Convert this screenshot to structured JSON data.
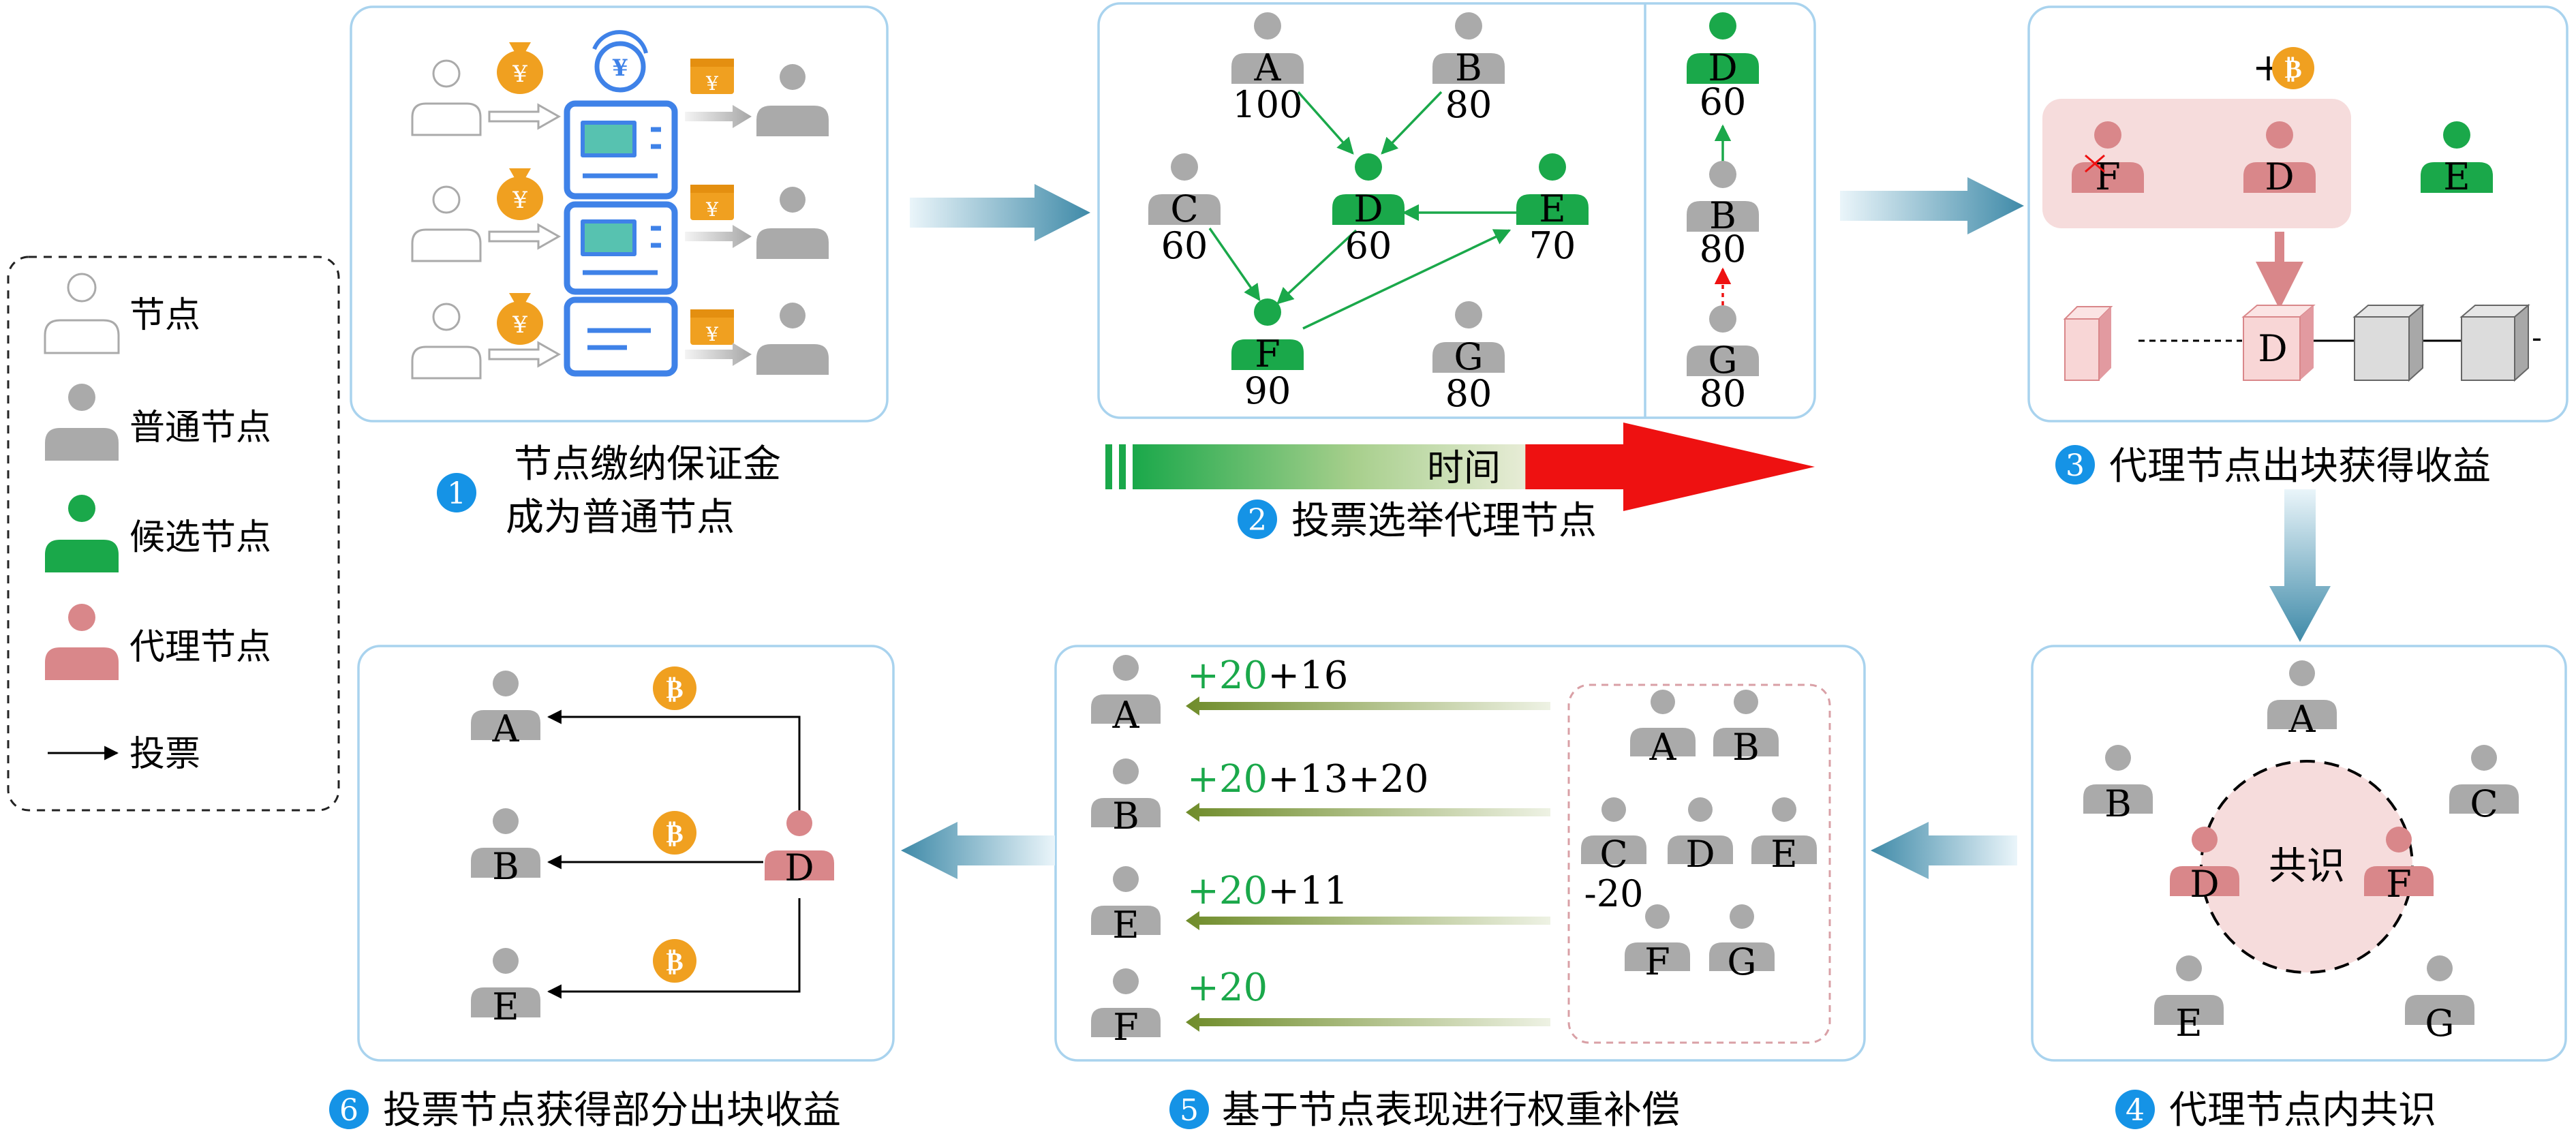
{
  "legend": {
    "items": [
      {
        "label": "节点"
      },
      {
        "label": "普通节点"
      },
      {
        "label": "候选节点"
      },
      {
        "label": "代理节点"
      },
      {
        "label": "投票"
      }
    ]
  },
  "colors": {
    "box_border": "#a9d3ee",
    "common": "#aaaaaa",
    "candidate": "#1aa84a",
    "delegate": "#d9878a",
    "delegate_bg": "#f6dcdc",
    "coin": "#f0a020",
    "step_circle": "#1593e6",
    "arrow_gradient_end": "#3f8aa8",
    "comp_green": "#1aa84a",
    "vote_red": "#ee1111"
  },
  "steps": [
    {
      "num": "1",
      "line1": "节点缴纳保证金",
      "line2": "成为普通节点"
    },
    {
      "num": "2",
      "line1": "投票选举代理节点"
    },
    {
      "num": "3",
      "line1": "代理节点出块获得收益"
    },
    {
      "num": "4",
      "line1": "代理节点内共识"
    },
    {
      "num": "5",
      "line1": "基于节点表现进行权重补偿"
    },
    {
      "num": "6",
      "line1": "投票节点获得部分出块收益"
    }
  ],
  "panel2": {
    "time_label": "时间",
    "nodes": [
      {
        "name": "A",
        "votes": "100",
        "role": "common"
      },
      {
        "name": "B",
        "votes": "80",
        "role": "common"
      },
      {
        "name": "C",
        "votes": "60",
        "role": "common"
      },
      {
        "name": "D",
        "votes": "60",
        "role": "candidate"
      },
      {
        "name": "E",
        "votes": "70",
        "role": "candidate"
      },
      {
        "name": "F",
        "votes": "90",
        "role": "candidate"
      },
      {
        "name": "G",
        "votes": "80",
        "role": "common"
      }
    ],
    "right_nodes": [
      {
        "name": "D",
        "votes": "60",
        "role": "candidate"
      },
      {
        "name": "B",
        "votes": "80",
        "role": "common"
      },
      {
        "name": "G",
        "votes": "80",
        "role": "common"
      }
    ]
  },
  "panel3": {
    "reward_prefix": "+",
    "group_nodes": [
      "F",
      "D"
    ],
    "outside_node": "E",
    "chain_block_label": "D",
    "trailing_dash": "-"
  },
  "panel4": {
    "center_label": "共识",
    "nodes": [
      "A",
      "B",
      "C",
      "D",
      "F",
      "E",
      "G"
    ]
  },
  "panel5": {
    "rows": [
      {
        "name": "A",
        "green": "+20",
        "black": "+16"
      },
      {
        "name": "B",
        "green": "+20",
        "black": "+13+20"
      },
      {
        "name": "E",
        "green": "+20",
        "black": "+11"
      },
      {
        "name": "F",
        "green": "+20",
        "black": ""
      }
    ],
    "grid_nodes": [
      "A",
      "B",
      "C",
      "D",
      "E",
      "F",
      "G"
    ],
    "penalty": "-20"
  },
  "panel6": {
    "voters": [
      "A",
      "B",
      "E"
    ],
    "delegate": "D"
  },
  "misc": {
    "currency_symbol": "¥",
    "bitcoin_symbol": "₿"
  }
}
